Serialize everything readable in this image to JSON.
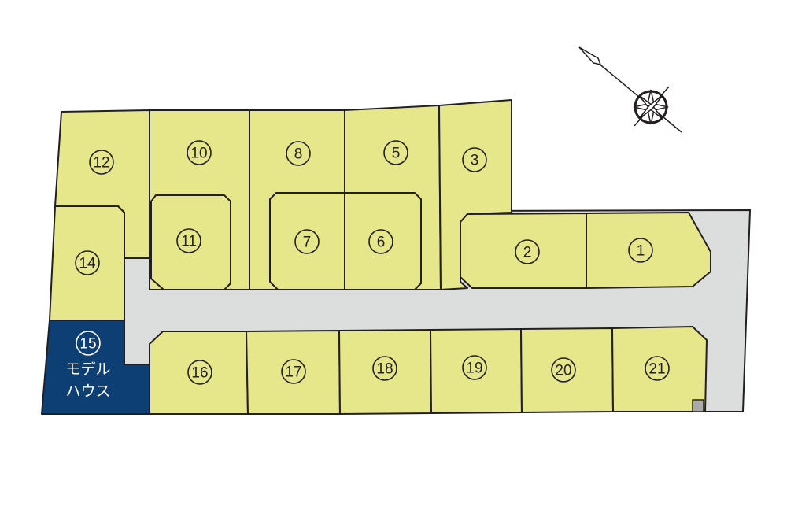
{
  "title": "区画図",
  "colors": {
    "lot": "#e6e68b",
    "road": "#dcdddd",
    "model_house": "#0d3f75",
    "outline": "#231f20"
  },
  "compass": {
    "icon": "compass-rose-north-arrow-icon"
  },
  "lots": [
    {
      "number": "1"
    },
    {
      "number": "2"
    },
    {
      "number": "3"
    },
    {
      "number": "5"
    },
    {
      "number": "6"
    },
    {
      "number": "7"
    },
    {
      "number": "8"
    },
    {
      "number": "10"
    },
    {
      "number": "11"
    },
    {
      "number": "12"
    },
    {
      "number": "14"
    },
    {
      "number": "15",
      "label_line1": "モデル",
      "label_line2": "ハウス"
    },
    {
      "number": "16"
    },
    {
      "number": "17"
    },
    {
      "number": "18"
    },
    {
      "number": "19"
    },
    {
      "number": "20"
    },
    {
      "number": "21"
    }
  ]
}
